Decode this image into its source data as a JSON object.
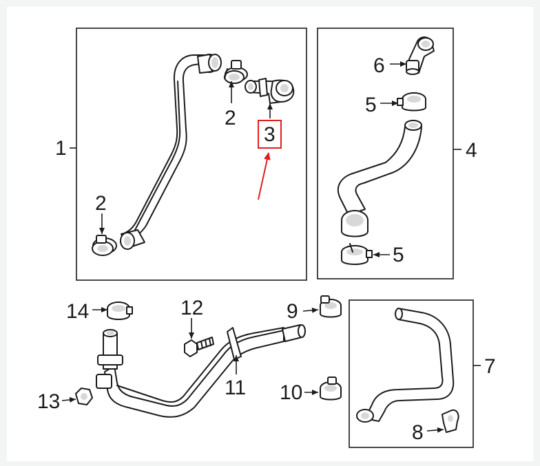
{
  "callouts": {
    "c1": "1",
    "c2a": "2",
    "c2b": "2",
    "c3": "3",
    "c4": "4",
    "c5a": "5",
    "c5b": "5",
    "c6": "6",
    "c7": "7",
    "c8": "8",
    "c9": "9",
    "c10": "10",
    "c11": "11",
    "c12": "12",
    "c13": "13",
    "c14": "14"
  },
  "highlight": {
    "color": "#e01e1e",
    "callout": "3"
  },
  "colors": {
    "line": "#1a1a1a",
    "background": "#ffffff",
    "page": "#f3f4f4"
  }
}
